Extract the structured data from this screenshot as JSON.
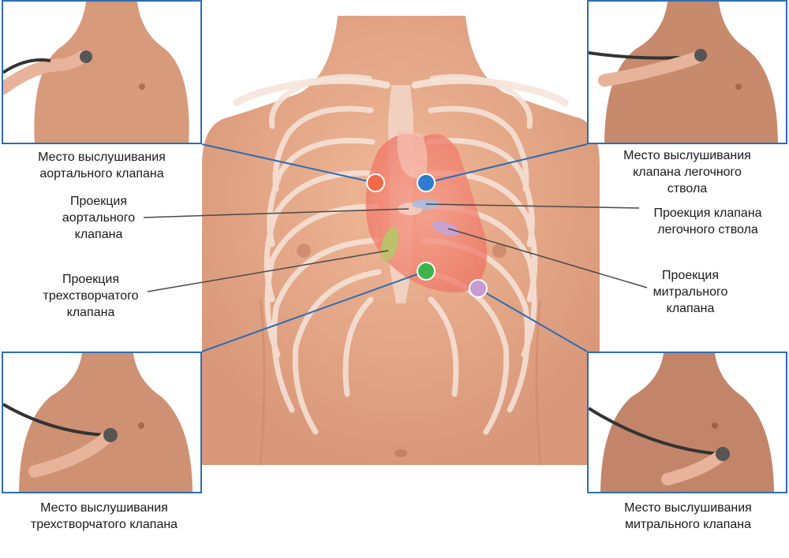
{
  "labels": {
    "aortic_site": [
      "Место выслушивания",
      "аортального клапана"
    ],
    "pulmonary_site": [
      "Место выслушивания",
      "клапана легочного",
      "ствола"
    ],
    "aortic_projection": [
      "Проекция",
      "аортального",
      "клапана"
    ],
    "pulmonary_projection": [
      "Проекция клапана",
      "легочного ствола"
    ],
    "tricuspid_projection": [
      "Проекция",
      "трехстворчатого",
      "клапана"
    ],
    "mitral_projection": [
      "Проекция",
      "митрального",
      "клапана"
    ],
    "tricuspid_site": [
      "Место выслушивания",
      "трехстворчатого клапана"
    ],
    "mitral_site": [
      "Место выслушивания",
      "митрального клапана"
    ]
  },
  "markers": {
    "aortic": "#f06a4a",
    "pulmonary": "#2f7cd0",
    "tricuspid": "#3db34a",
    "mitral": "#c79ad6"
  },
  "colors": {
    "frame": "#2d6db5",
    "skin": "#e2a582",
    "heart": "#f28a7a"
  }
}
